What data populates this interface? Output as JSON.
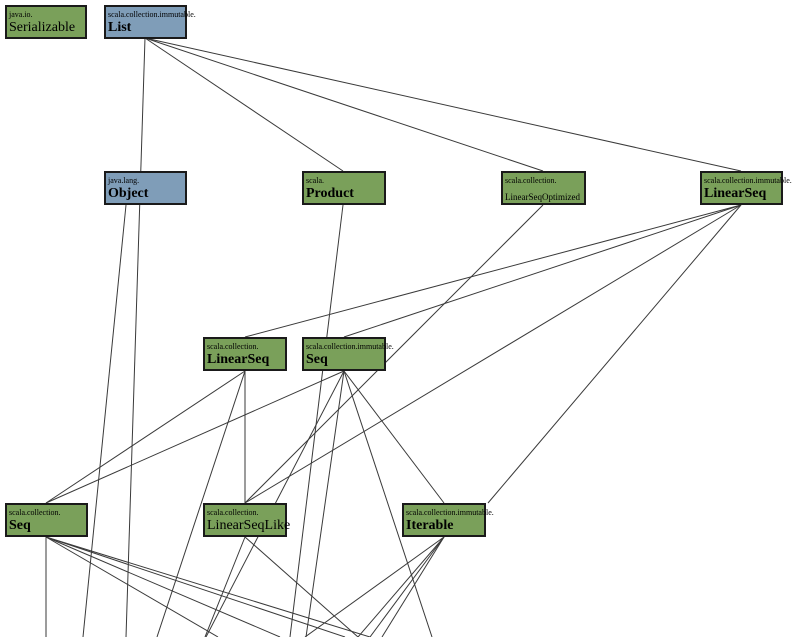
{
  "nodes": {
    "java_io_serializable": {
      "pkg": "java.io.",
      "name": "Serializable"
    },
    "immutable_list": {
      "pkg": "scala.collection.immutable.",
      "name": "List"
    },
    "java_lang_object": {
      "pkg": "java.lang.",
      "name": "Object"
    },
    "scala_product": {
      "pkg": "scala.",
      "name": "Product"
    },
    "linear_seq_optimized": {
      "pkg": "scala.collection.",
      "name": "LinearSeqOptimized"
    },
    "immutable_linear_seq": {
      "pkg": "scala.collection.immutable.",
      "name": "LinearSeq"
    },
    "collection_linear_seq": {
      "pkg": "scala.collection.",
      "name": "LinearSeq"
    },
    "immutable_seq": {
      "pkg": "scala.collection.immutable.",
      "name": "Seq"
    },
    "collection_seq": {
      "pkg": "scala.collection.",
      "name": "Seq"
    },
    "linear_seq_like": {
      "pkg": "scala.collection.",
      "name": "LinearSeqLike"
    },
    "immutable_iterable": {
      "pkg": "scala.collection.immutable.",
      "name": "Iterable"
    }
  },
  "colors": {
    "trait_fill": "#7aa05a",
    "class_fill": "#7f9db8",
    "edge": "#3a3a3a"
  }
}
